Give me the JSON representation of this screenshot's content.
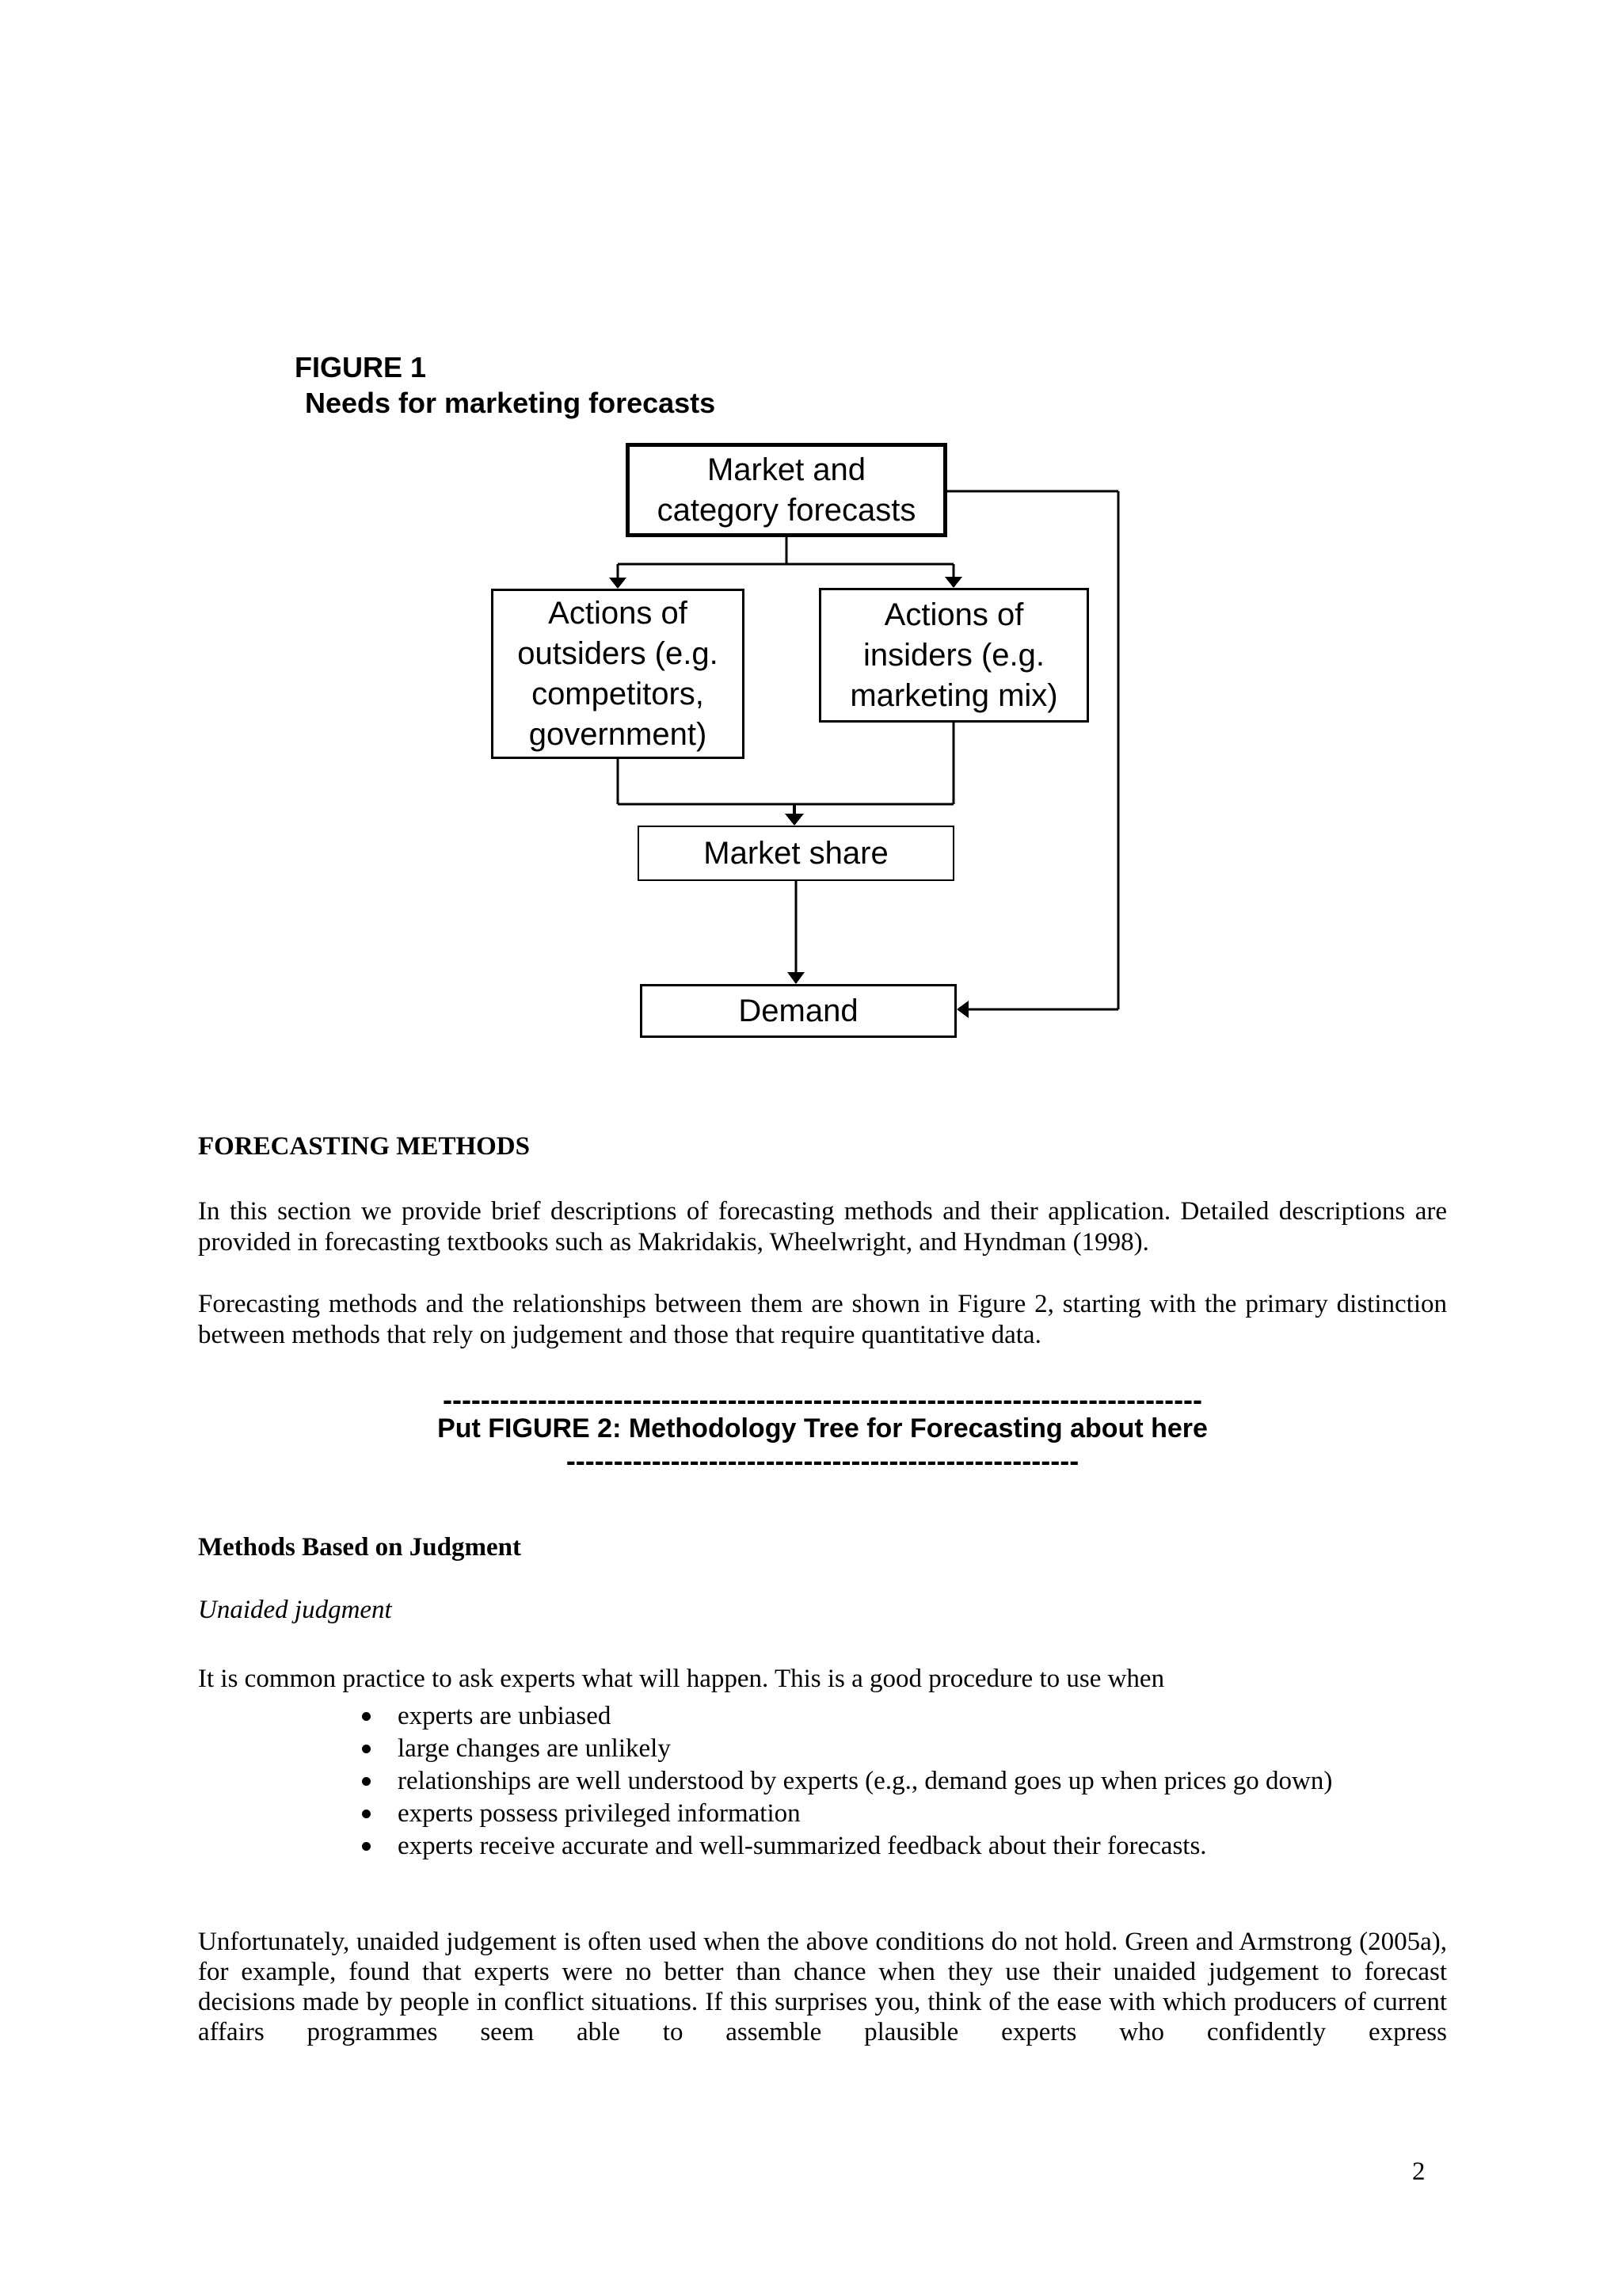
{
  "figure1": {
    "label": "FIGURE 1",
    "caption": "Needs for marketing forecasts",
    "boxes": {
      "top": {
        "lines": [
          "Market and",
          "category forecasts"
        ]
      },
      "left": {
        "lines": [
          "Actions of",
          "outsiders (e.g.",
          "competitors,",
          "government)"
        ]
      },
      "right": {
        "lines": [
          "Actions of",
          "insiders (e.g.",
          "marketing mix)"
        ]
      },
      "market_share": {
        "lines": [
          "Market share"
        ]
      },
      "demand": {
        "lines": [
          "Demand"
        ]
      }
    }
  },
  "forecasting_methods": {
    "heading": "FORECASTING METHODS",
    "para1": "In this section we provide brief descriptions of forecasting methods and their application. Detailed descriptions are provided in forecasting textbooks such as Makridakis, Wheelwright, and Hyndman (1998).",
    "para2": "Forecasting methods and the relationships between them are shown in Figure 2, starting with the primary distinction between methods that rely on judgement and those that require quantitative data."
  },
  "figure2_note": {
    "dash_top": "--------------------------------------------------------------------------------",
    "text": "Put FIGURE 2: Methodology Tree for Forecasting about here",
    "dash_bottom": "------------------------------------------------------"
  },
  "methods_judgment": {
    "heading": "Methods Based on Judgment",
    "subheading": "Unaided judgment",
    "intro": "It is common practice to ask experts what will happen. This is a good procedure to use when",
    "bullets": [
      "experts are unbiased",
      "large changes are unlikely",
      "relationships are well understood by experts (e.g., demand goes up when prices go down)",
      "experts possess privileged information",
      "experts receive accurate and well-summarized feedback about their forecasts."
    ],
    "para": "Unfortunately, unaided judgement is often used when the above conditions do not hold. Green and Armstrong (2005a), for example, found that experts were no better than chance when they use their unaided judgement to forecast decisions made by people in conflict situations. If this surprises you, think of the ease with which producers of current affairs programmes seem able to assemble plausible experts who confidently express"
  },
  "footer": {
    "page_number": "2"
  }
}
